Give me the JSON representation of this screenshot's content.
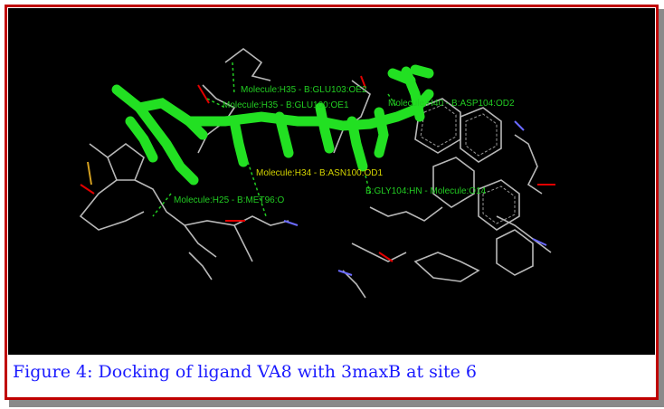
{
  "figure": {
    "caption": "Figure 4: Docking of ligand VA8 with 3maxB at site 6",
    "colors": {
      "frame": "#c00000",
      "caption": "#1a1aff",
      "ligand": "#22e022",
      "background": "#000000",
      "hbond_label": "#22cc22",
      "highlight_label": "#d4d400"
    }
  },
  "interactions": [
    {
      "label": "Molecule:H35 - B:GLU103:OE2"
    },
    {
      "label": "Molecule:H35 - B:GLU100:OE1"
    },
    {
      "label": "Molecule:H40 - B:ASP104:OD2"
    },
    {
      "label": "Molecule:H34 - B:ASN100:OD1"
    },
    {
      "label": "B:GLY104:HN - Molecule:O14"
    },
    {
      "label": "Molecule:H25 - B:MET96:O"
    }
  ]
}
